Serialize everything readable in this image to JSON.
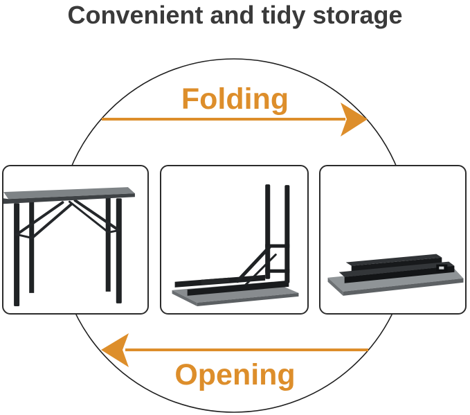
{
  "page": {
    "title": "Convenient and tidy storage"
  },
  "cycle": {
    "folding_label": "Folding",
    "opening_label": "Opening",
    "folding_arrow_icon": "arrow-right-icon",
    "opening_arrow_icon": "arrow-left-icon",
    "shape_icon": "cycle-circle-icon"
  },
  "stages": [
    {
      "image_icon": "table-open-image"
    },
    {
      "image_icon": "table-half-folded-image"
    },
    {
      "image_icon": "table-folded-flat-image"
    }
  ],
  "colors": {
    "accent_orange": "#DD8E2B",
    "title_gray": "#3A3A3A",
    "outline_black": "#1E1E1E",
    "panel_border": "#2B2B2B",
    "table_gray": "#888C8F",
    "metal_black": "#1D1F21"
  }
}
